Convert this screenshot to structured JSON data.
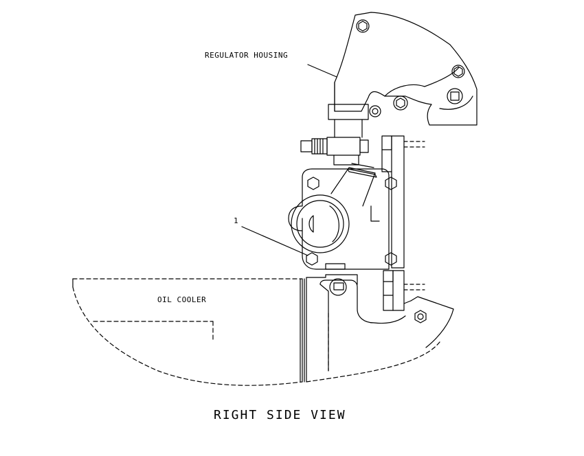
{
  "labels": {
    "regulator_housing": "REGULATOR HOUSING",
    "callout_1": "1",
    "oil_cooler": "OIL COOLER",
    "view_title": "RIGHT SIDE VIEW"
  },
  "colors": {
    "line": "#000000",
    "background": "#ffffff"
  }
}
